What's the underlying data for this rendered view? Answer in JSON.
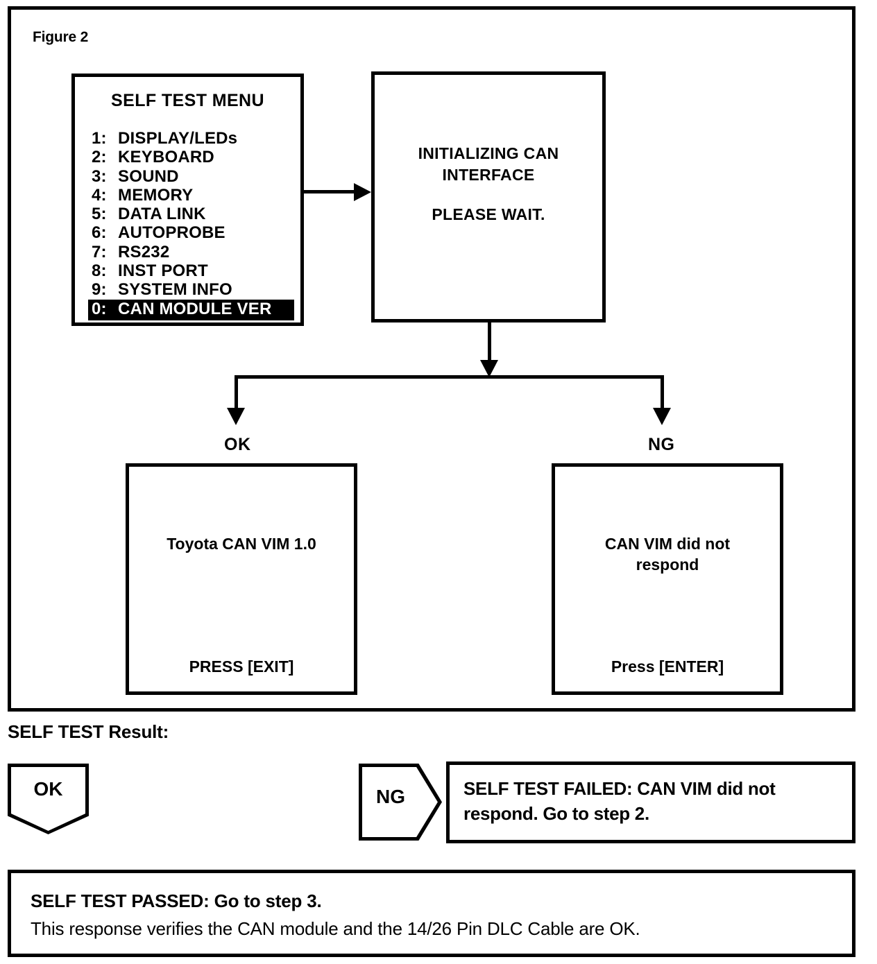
{
  "figure": {
    "label": "Figure 2"
  },
  "menu_screen": {
    "title": "SELF TEST MENU",
    "items": [
      {
        "num": "1:",
        "label": "DISPLAY/LEDs",
        "selected": false
      },
      {
        "num": "2:",
        "label": "KEYBOARD",
        "selected": false
      },
      {
        "num": "3:",
        "label": "SOUND",
        "selected": false
      },
      {
        "num": "4:",
        "label": "MEMORY",
        "selected": false
      },
      {
        "num": "5:",
        "label": "DATA LINK",
        "selected": false
      },
      {
        "num": "6:",
        "label": "AUTOPROBE",
        "selected": false
      },
      {
        "num": "7:",
        "label": "RS232",
        "selected": false
      },
      {
        "num": "8:",
        "label": "INST PORT",
        "selected": false
      },
      {
        "num": "9:",
        "label": "SYSTEM INFO",
        "selected": false
      },
      {
        "num": "0:",
        "label": "CAN MODULE VER",
        "selected": true
      }
    ]
  },
  "can_screen": {
    "line1": "INITIALIZING CAN",
    "line2": "INTERFACE",
    "line3": "PLEASE WAIT."
  },
  "branches": {
    "ok_label": "OK",
    "ng_label": "NG"
  },
  "ok_screen": {
    "message": "Toyota CAN VIM 1.0",
    "footer": "PRESS [EXIT]"
  },
  "ng_screen": {
    "message_line1": "CAN VIM did not",
    "message_line2": "respond",
    "footer": "Press [ENTER]"
  },
  "result_section": {
    "heading": "SELF TEST Result:",
    "ok_badge": "OK",
    "ng_badge": "NG",
    "ng_message_line1": "SELF TEST FAILED: CAN VIM did",
    "ng_message_line2": "not respond. Go to step 2.",
    "passed_line1": "SELF TEST PASSED: Go to step 3.",
    "passed_line2": "This response verifies the CAN module and the 14/26 Pin DLC Cable are OK."
  },
  "colors": {
    "ink": "#000000",
    "paper": "#ffffff"
  }
}
